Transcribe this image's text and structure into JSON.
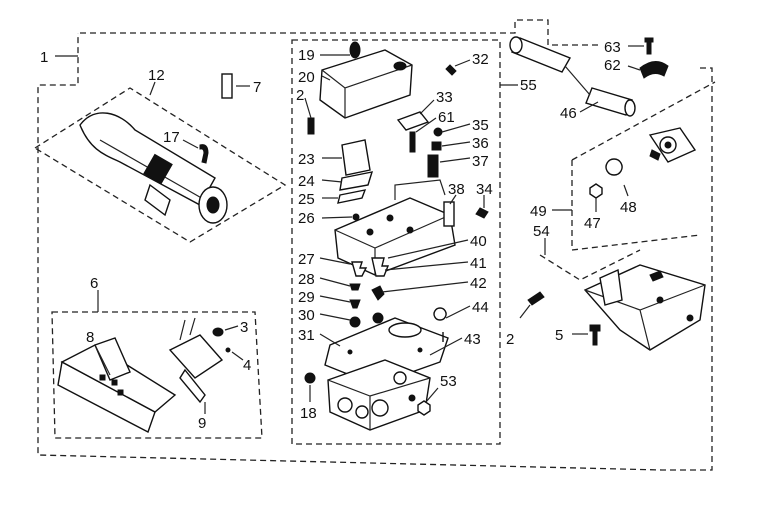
{
  "labels": [
    {
      "id": "1",
      "text": "1"
    },
    {
      "id": "2a",
      "text": "2"
    },
    {
      "id": "2b",
      "text": "2"
    },
    {
      "id": "3",
      "text": "3"
    },
    {
      "id": "4",
      "text": "4"
    },
    {
      "id": "5",
      "text": "5"
    },
    {
      "id": "6",
      "text": "6"
    },
    {
      "id": "7",
      "text": "7"
    },
    {
      "id": "8",
      "text": "8"
    },
    {
      "id": "9",
      "text": "9"
    },
    {
      "id": "12",
      "text": "12"
    },
    {
      "id": "17",
      "text": "17"
    },
    {
      "id": "18",
      "text": "18"
    },
    {
      "id": "19",
      "text": "19"
    },
    {
      "id": "20",
      "text": "20"
    },
    {
      "id": "23",
      "text": "23"
    },
    {
      "id": "24",
      "text": "24"
    },
    {
      "id": "25",
      "text": "25"
    },
    {
      "id": "26",
      "text": "26"
    },
    {
      "id": "27",
      "text": "27"
    },
    {
      "id": "28",
      "text": "28"
    },
    {
      "id": "29",
      "text": "29"
    },
    {
      "id": "30",
      "text": "30"
    },
    {
      "id": "31",
      "text": "31"
    },
    {
      "id": "32",
      "text": "32"
    },
    {
      "id": "33",
      "text": "33"
    },
    {
      "id": "34",
      "text": "34"
    },
    {
      "id": "35",
      "text": "35"
    },
    {
      "id": "36",
      "text": "36"
    },
    {
      "id": "37",
      "text": "37"
    },
    {
      "id": "38",
      "text": "38"
    },
    {
      "id": "40",
      "text": "40"
    },
    {
      "id": "41",
      "text": "41"
    },
    {
      "id": "42",
      "text": "42"
    },
    {
      "id": "43",
      "text": "43"
    },
    {
      "id": "44",
      "text": "44"
    },
    {
      "id": "46",
      "text": "46"
    },
    {
      "id": "47",
      "text": "47"
    },
    {
      "id": "48",
      "text": "48"
    },
    {
      "id": "49",
      "text": "49"
    },
    {
      "id": "53",
      "text": "53"
    },
    {
      "id": "54",
      "text": "54"
    },
    {
      "id": "55",
      "text": "55"
    },
    {
      "id": "61",
      "text": "61"
    },
    {
      "id": "62",
      "text": "62"
    },
    {
      "id": "63",
      "text": "63"
    }
  ]
}
